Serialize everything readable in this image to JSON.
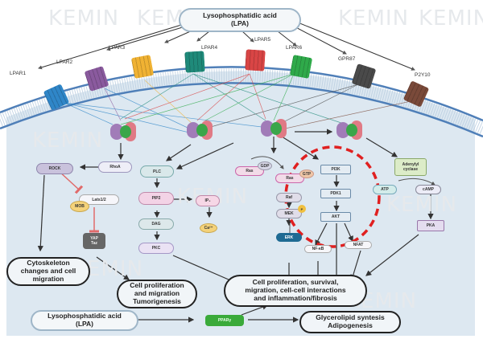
{
  "title": {
    "line1": "Lysophosphatidic acid",
    "line2": "(LPA)"
  },
  "watermark": "KEMIN",
  "receptors": [
    {
      "name": "LPAR1",
      "color": "#2f86c8"
    },
    {
      "name": "LPAR2",
      "color": "#8a5a9e"
    },
    {
      "name": "LPAR3",
      "color": "#f0b233"
    },
    {
      "name": "LPAR4",
      "color": "#1f8a7a"
    },
    {
      "name": "LPAR5",
      "color": "#d94545"
    },
    {
      "name": "LPAR6",
      "color": "#2faa4a"
    },
    {
      "name": "GPR87",
      "color": "#4a4a4a"
    },
    {
      "name": "P2Y10",
      "color": "#7a4a3a"
    }
  ],
  "nodes": {
    "rock": "ROCK",
    "rhoa": "RhoA",
    "lats": "Lats1/2",
    "mob": "MOB",
    "yap_line1": "YAP",
    "yap_line2": "Taz",
    "plc": "PLC",
    "pip2": "PIP2",
    "ip3": "IP₃",
    "ca": "Ca²⁺",
    "dag": "DAG",
    "pkc": "PKC",
    "ras1": "Ras",
    "gdp": "GDP",
    "ras2": "Ras",
    "gtp": "GTP",
    "raf": "Raf",
    "mek": "MEK",
    "p": "P",
    "erk": "ERK",
    "pi3k": "PI3K",
    "pdk1": "PDK1",
    "akt": "AKT",
    "nfkb": "NF-κB",
    "nfat": "NFAT",
    "adenylyl_line1": "Adenylyl",
    "adenylyl_line2": "cyclase",
    "atp": "ATP",
    "camp": "cAMP",
    "pka": "PKA",
    "ppar": "PPARγ"
  },
  "outcomes": {
    "cytoskeleton": [
      "Cytoskeleton",
      "changes and cell",
      "migration"
    ],
    "proliferation_tumor": [
      "Cell proliferation",
      "and migration",
      "Tumorigenesis"
    ],
    "proliferation_main": [
      "Cell proliferation, survival,",
      "migration, cell-cell interactions",
      "and inflammation/fibrosis"
    ],
    "glycerolipid": [
      "Glycerolipid syntesis",
      "Adipogenesis"
    ]
  },
  "bottom_lpa": {
    "line1": "Lysophosphatidic acid",
    "line2": "(LPA)"
  },
  "colors": {
    "cell_bg": "#dde8f1",
    "membrane": "#4f7fb8",
    "highlight_circle": "#e02020",
    "arrow": "#333333",
    "inhibit": "#e06a6a"
  }
}
